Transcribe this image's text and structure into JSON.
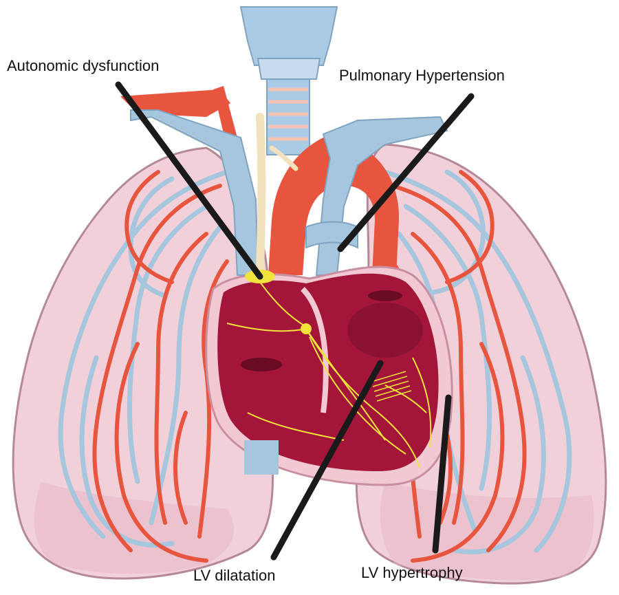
{
  "labels": {
    "autonomic": "Autonomic dysfunction",
    "pulmonary": "Pulmonary Hypertension",
    "lv_dilatation": "LV dilatation",
    "lv_hypertrophy": "LV hypertrophy"
  },
  "colors": {
    "lung_fill": "#f2d0da",
    "lung_outline": "#b58895",
    "artery": "#e8553f",
    "vein": "#a6c6de",
    "heart": "#a3163a",
    "heart_dark": "#7a0f2b",
    "nerve": "#f2e23c",
    "trachea": "#a9cbe6",
    "callout_line": "#1a1a1a"
  }
}
